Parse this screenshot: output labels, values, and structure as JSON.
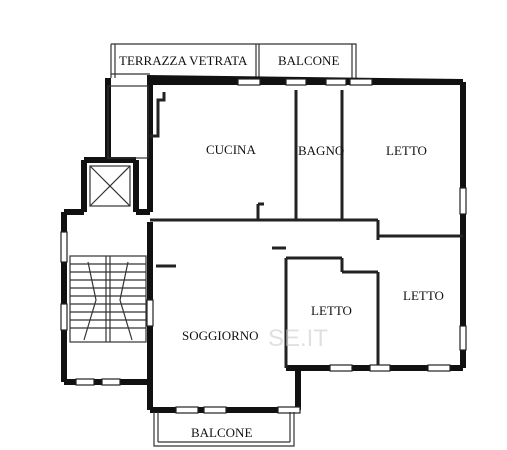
{
  "rooms": {
    "terrazza": "TERRAZZA VETRATA",
    "balcone_top": "BALCONE",
    "cucina": "CUCINA",
    "bagno": "BAGNO",
    "letto_1": "LETTO",
    "letto_2": "LETTO",
    "letto_3": "LETTO",
    "soggiorno": "SOGGIORNO",
    "balcone_bottom": "BALCONE"
  },
  "watermark": "SE.IT"
}
